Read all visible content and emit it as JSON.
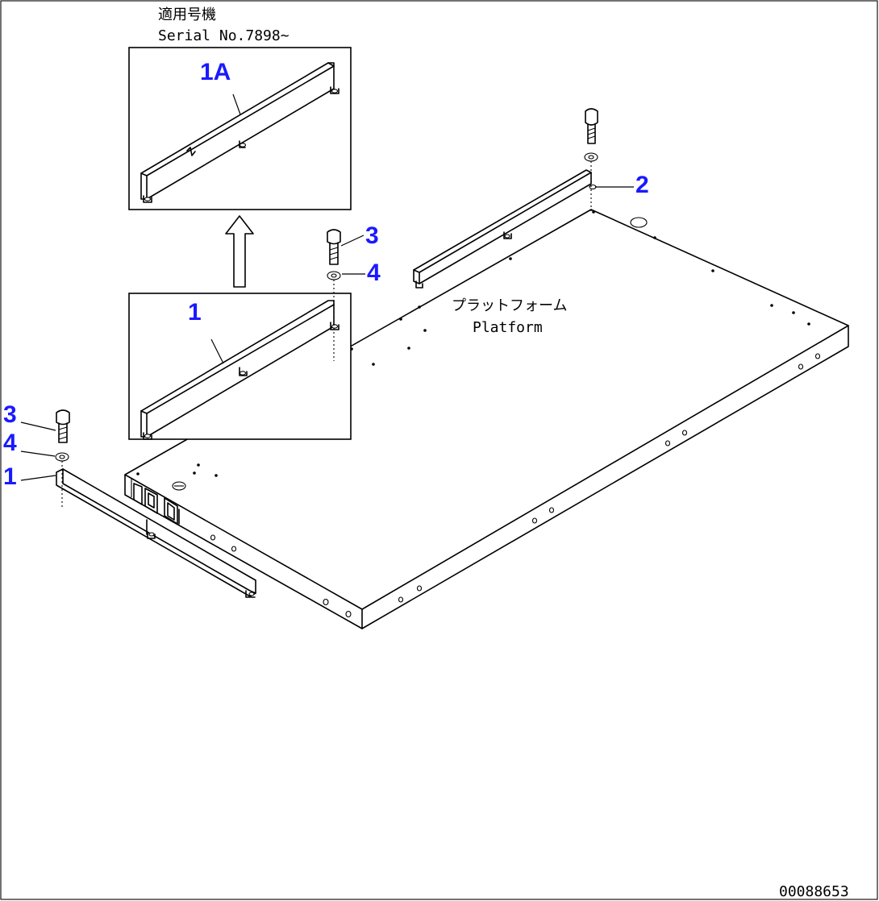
{
  "header": {
    "applicable_models": "適用号機",
    "serial": "Serial No.7898~"
  },
  "platform": {
    "label_jp": "プラットフォーム",
    "label_en": "Platform"
  },
  "callouts": {
    "c1a": "1A",
    "c1_box": "1",
    "c3_top": "3",
    "c4_top": "4",
    "c2": "2",
    "c3_left": "3",
    "c4_left": "4",
    "c1_left": "1"
  },
  "footer": {
    "drawing_number": "00088653"
  },
  "colors": {
    "callout": "#1a1aff",
    "line": "#000000",
    "background": "#ffffff"
  }
}
